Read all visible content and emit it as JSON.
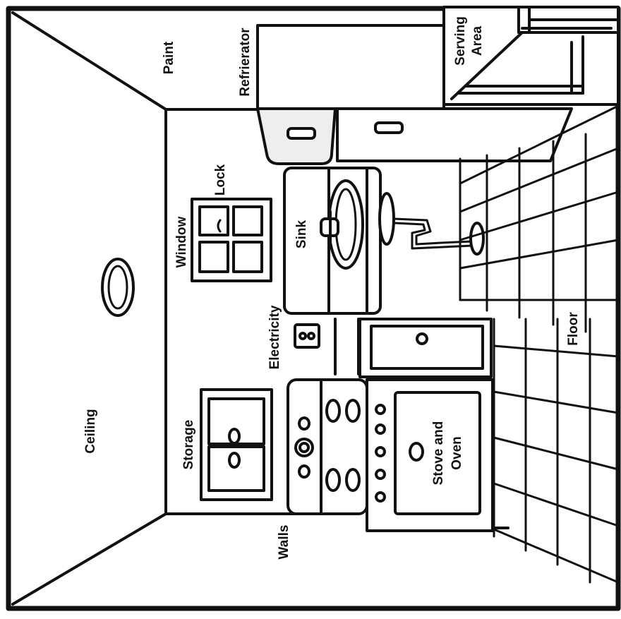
{
  "labels": {
    "paint": "Paint",
    "refrigerator": "Refrierator",
    "serving_area_line1": "Serving",
    "serving_area_line2": "Area",
    "lock": "Lock",
    "window": "Window",
    "sink": "Sink",
    "electricity": "Electricity",
    "floor": "Floor",
    "ceiling": "Ceiling",
    "storage": "Storage",
    "stove_line1": "Stove and",
    "stove_line2": "Oven",
    "walls": "Walls"
  },
  "colors": {
    "line": "#111111",
    "background": "#ffffff",
    "appliance_shade": "#eeeeee"
  }
}
